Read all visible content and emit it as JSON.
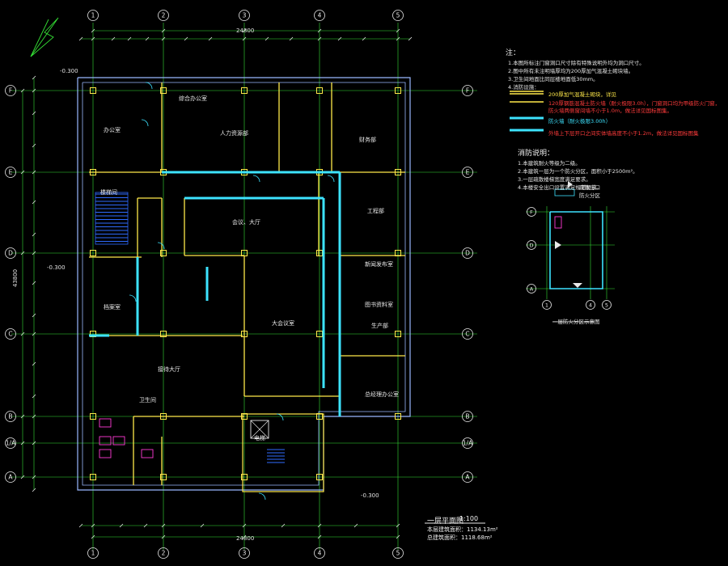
{
  "drawing": {
    "title": "一层平面图",
    "scale": "1:100",
    "area_lines": [
      "本层建筑面积：1134.13m²",
      "总建筑面积：1118.68m²"
    ],
    "overall_dimension_top": "24800",
    "overall_dimension_bottom": "24800",
    "overall_dimension_left": "43800",
    "elevation_labels": [
      "-0.300",
      "-0.300",
      "-0.300"
    ]
  },
  "grid": {
    "columns": [
      "1",
      "2",
      "3",
      "4",
      "5"
    ],
    "rows": [
      "F",
      "E",
      "D",
      "C",
      "B",
      "1/A",
      "A"
    ]
  },
  "rooms": [
    {
      "label": "人力资源部"
    },
    {
      "label": "财务部"
    },
    {
      "label": "综合办公室"
    },
    {
      "label": "工程部"
    },
    {
      "label": "新闻发布室"
    },
    {
      "label": "图书资料室"
    },
    {
      "label": "会议、大厅"
    },
    {
      "label": "大会议室"
    },
    {
      "label": "接待大厅"
    },
    {
      "label": "生产部"
    },
    {
      "label": "总经理办公室"
    },
    {
      "label": "办公室"
    },
    {
      "label": "档案室"
    },
    {
      "label": "卫生间"
    },
    {
      "label": "楼梯间"
    },
    {
      "label": "电梯"
    }
  ],
  "notes": {
    "title": "注：",
    "items": [
      "1.本图所标注门窗洞口尺寸除有特殊说明外均为洞口尺寸。",
      "2.图中所有未注明墙厚均为200厚加气混凝土砌块墙。",
      "3.卫生间地面比同层楼地面低30mm。",
      "4.消防设施："
    ],
    "legend": [
      {
        "text": "200厚加气混凝土砌块，详见",
        "color": "#ffe94a"
      },
      {
        "text": "120厚钢筋混凝土防火墙（耐火极限3.0h），门窗洞口均为甲级防火门窗，",
        "color": "#ff3b3b"
      },
      {
        "text": "防火墙两侧窗间墙不小于1.0m，做法详见国标图集。",
        "color": "#ff3b3b"
      },
      {
        "text": "防火墙（耐火极限3.00h）",
        "color": "#3de3ff"
      },
      {
        "text": "外墙上下层开口之间实体墙高度不小于1.2m，做法详见国标图集",
        "color": "#ff3b3b"
      }
    ],
    "fire_title": "消防说明：",
    "fire_items": [
      "1.本建筑耐火等级为二级。",
      "2.本建筑一层为一个防火分区，面积小于2500m²。",
      "3.一层疏散楼梯宽度满足要求。",
      "4.本楼安全出口设置满足规范要求。"
    ],
    "legend_icons": [
      {
        "text": "疏散出口"
      },
      {
        "text": "防火分区"
      }
    ]
  },
  "detail": {
    "title": "一层防火分区示意图",
    "rows": [
      "F",
      "D",
      "A"
    ],
    "cols": [
      "1",
      "4",
      "5"
    ]
  }
}
